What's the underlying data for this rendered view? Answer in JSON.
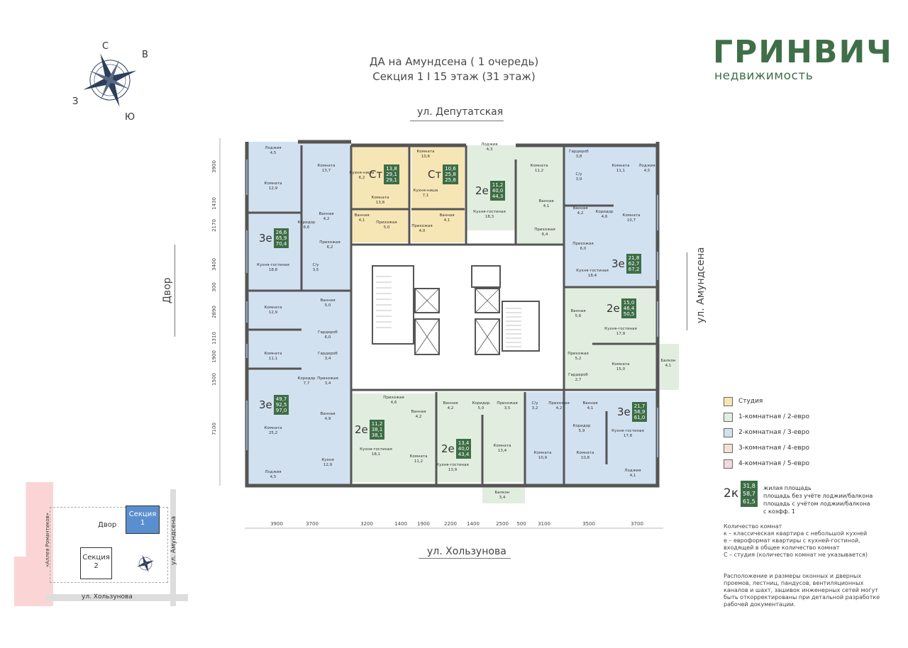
{
  "brand": {
    "name": "ГРИНВИЧ",
    "subtitle": "недвижимость"
  },
  "title": {
    "line1": "ДА на Амундсена ( 1 очередь)",
    "line2": "Секция 1 I 15 этаж (31 этаж)"
  },
  "compass": {
    "n": "С",
    "e": "В",
    "s": "Ю",
    "w": "З"
  },
  "streets": {
    "top": "ул. Депутатская",
    "bottom": "ул. Хользунова",
    "right": "ул. Амундсена",
    "left": "Двор"
  },
  "colors": {
    "studio": "#f7e6b5",
    "one_room": "#e1eedf",
    "two_room": "#d2e1f0",
    "three_room": "#f6e2d2",
    "four_room": "#f0dade",
    "badge": "#3d6d45",
    "brand": "#3f6f48",
    "wall": "#555555"
  },
  "legend": [
    {
      "label": "Студия",
      "color": "#f7e6b5"
    },
    {
      "label": "1-комнатная / 2-евро",
      "color": "#e1eedf"
    },
    {
      "label": "2-комнатная / 3-евро",
      "color": "#d2e1f0"
    },
    {
      "label": "3-комнатная / 4-евро",
      "color": "#f6e2d2"
    },
    {
      "label": "4-комнатная / 5-евро",
      "color": "#f0dade"
    }
  ],
  "key_badge": {
    "cls": "2к",
    "v1": "31,8",
    "v2": "58,7",
    "v3": "61,5",
    "d1": "жилая площадь",
    "d2": "площадь без учёте лоджии/балкона",
    "d3": "площадь с учётом лоджии/балкона",
    "d4": "с коэфф. 1"
  },
  "notes": {
    "rooms": "Количество комнат\nк – классическая квартира с небольшой кухней\nе – евроформат квартиры с кухней-гостиной,\nвходящей в общее количество комнат\nС – студия (количество комнат не указывается)",
    "disclaimer": "Расположение и размеры оконных и дверных\nпроемов, лестниц, пандусов, вентиляционных\nканалов и шахт, зашивок инженерных сетей могут\nбыть откорректированы при детальной разработке\nрабочей документации."
  },
  "dims_bottom": [
    "3900",
    "3700",
    "3200",
    "1400",
    "1900",
    "2200",
    "1400",
    "2500",
    "500",
    "3100",
    "3500",
    "3700"
  ],
  "dims_left": [
    "3900",
    "1430",
    "2170",
    "3400",
    "300",
    "2890",
    "1310",
    "1900",
    "1500",
    "7100"
  ],
  "apartments": [
    {
      "cls": "3е",
      "v": [
        "26,6",
        "65,9",
        "70,4"
      ]
    },
    {
      "cls": "Ст",
      "v": [
        "13,8",
        "29,1",
        "29,1"
      ]
    },
    {
      "cls": "Ст",
      "v": [
        "10,6",
        "25,8",
        "25,8"
      ]
    },
    {
      "cls": "2е",
      "v": [
        "11,2",
        "40,0",
        "44,3"
      ]
    },
    {
      "cls": "3е",
      "v": [
        "21,8",
        "62,7",
        "67,2"
      ]
    },
    {
      "cls": "2е",
      "v": [
        "15,0",
        "46,4",
        "50,5"
      ]
    },
    {
      "cls": "3е",
      "v": [
        "49,7",
        "92,5",
        "97,0"
      ]
    },
    {
      "cls": "2е",
      "v": [
        "11,2",
        "38,1",
        "38,1"
      ]
    },
    {
      "cls": "2е",
      "v": [
        "13,4",
        "40,0",
        "43,4"
      ]
    },
    {
      "cls": "3е",
      "v": [
        "21,7",
        "56,9",
        "61,0"
      ]
    }
  ],
  "rooms": [
    {
      "n": "Лоджия",
      "a": "4,5"
    },
    {
      "n": "Комната",
      "a": "12,9"
    },
    {
      "n": "Комната",
      "a": "13,7"
    },
    {
      "n": "Ванная",
      "a": "4,2"
    },
    {
      "n": "Коридор",
      "a": "6,6"
    },
    {
      "n": "Прихожая",
      "a": "6,2"
    },
    {
      "n": "Кухня-гостиная",
      "a": "18,8"
    },
    {
      "n": "С/у",
      "a": "3,5"
    },
    {
      "n": "Кухня-ниша",
      "a": "6,2"
    },
    {
      "n": "Комната",
      "a": "13,8"
    },
    {
      "n": "Ванная",
      "a": "4,1"
    },
    {
      "n": "Прихожая",
      "a": "5,0"
    },
    {
      "n": "Комната",
      "a": "10,6"
    },
    {
      "n": "Кухня-ниша",
      "a": "7,1"
    },
    {
      "n": "Прихожая",
      "a": "4,0"
    },
    {
      "n": "Ванная",
      "a": "4,1"
    },
    {
      "n": "Лоджия",
      "a": "4,3"
    },
    {
      "n": "Кухня-гостиная",
      "a": "18,3"
    },
    {
      "n": "Комната",
      "a": "11,2"
    },
    {
      "n": "Ванная",
      "a": "4,1"
    },
    {
      "n": "Прихожая",
      "a": "6,4"
    },
    {
      "n": "Гардероб",
      "a": "3,8"
    },
    {
      "n": "С/у",
      "a": "3,9"
    },
    {
      "n": "Комната",
      "a": "11,1"
    },
    {
      "n": "Лоджия",
      "a": "4,5"
    },
    {
      "n": "Ванная",
      "a": "4,2"
    },
    {
      "n": "Коридор",
      "a": "4,6"
    },
    {
      "n": "Комната",
      "a": "10,7"
    },
    {
      "n": "Прихожая",
      "a": "6,0"
    },
    {
      "n": "Кухня-гостиная",
      "a": "18,4"
    },
    {
      "n": "Комната",
      "a": "12,9"
    },
    {
      "n": "Ванная",
      "a": "5,0"
    },
    {
      "n": "Гардероб",
      "a": "6,0"
    },
    {
      "n": "Комната",
      "a": "11,1"
    },
    {
      "n": "Гардероб",
      "a": "3,4"
    },
    {
      "n": "Коридор",
      "a": "7,7"
    },
    {
      "n": "Прихожая",
      "a": "3,4"
    },
    {
      "n": "Ванная",
      "a": "4,9"
    },
    {
      "n": "Комната",
      "a": "25,2"
    },
    {
      "n": "Кухня",
      "a": "12,9"
    },
    {
      "n": "Лоджия",
      "a": "4,5"
    },
    {
      "n": "Ванная",
      "a": "5,6"
    },
    {
      "n": "Кухня-гостиная",
      "a": "17,9"
    },
    {
      "n": "Прихожая",
      "a": "5,2"
    },
    {
      "n": "Гардероб",
      "a": "2,7"
    },
    {
      "n": "Комната",
      "a": "15,0"
    },
    {
      "n": "Балкон",
      "a": "4,1"
    },
    {
      "n": "Прихожая",
      "a": "4,6"
    },
    {
      "n": "Ванная",
      "a": "4,2"
    },
    {
      "n": "Кухня-гостиная",
      "a": "18,1"
    },
    {
      "n": "Комната",
      "a": "11,2"
    },
    {
      "n": "Ванная",
      "a": "4,2"
    },
    {
      "n": "Коридор",
      "a": "5,0"
    },
    {
      "n": "Прихожая",
      "a": "3,5"
    },
    {
      "n": "Кухня-гостиная",
      "a": "13,9"
    },
    {
      "n": "Комната",
      "a": "13,4"
    },
    {
      "n": "Балкон",
      "a": "3,4"
    },
    {
      "n": "С/у",
      "a": "3,2"
    },
    {
      "n": "Прихожая",
      "a": "4,2"
    },
    {
      "n": "Ванная",
      "a": "4,1"
    },
    {
      "n": "Коридор",
      "a": "5,9"
    },
    {
      "n": "Комната",
      "a": "10,9"
    },
    {
      "n": "Комната",
      "a": "10,8"
    },
    {
      "n": "Кухня-гостиная",
      "a": "17,8"
    },
    {
      "n": "Лоджия",
      "a": "4,1"
    }
  ],
  "minimap": {
    "yard": "Двор",
    "section1": "Секция\n1",
    "section2": "Секция\n2",
    "street_bottom": "ул. Хользунова",
    "street_right": "ул. Амундсена",
    "alley": "«Аллея Романтиков»"
  }
}
